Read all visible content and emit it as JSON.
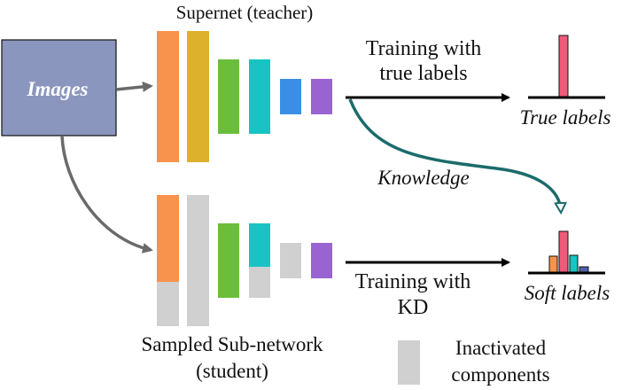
{
  "title_supernet": "Supernet (teacher)",
  "images_label": "Images",
  "training_true_line1": "Training with",
  "training_true_line2": "true labels",
  "true_labels": "True labels",
  "knowledge": "Knowledge",
  "training_kd_line1": "Training with",
  "training_kd_line2": "KD",
  "soft_labels": "Soft labels",
  "student_line1": "Sampled Sub-network",
  "student_line2": "(student)",
  "legend_line1": "Inactivated",
  "legend_line2": "components",
  "colors": {
    "images_box": "#8a96bd",
    "images_text": "#ffffff",
    "orange": "#f7934c",
    "yellow": "#ddb12c",
    "green": "#6bbe3c",
    "teal": "#19c3c3",
    "blue": "#3a8ee5",
    "purple": "#9a63d2",
    "inactive": "#d0d0d0",
    "pink": "#ee5a7a",
    "knowledge_arrow": "#1b6b6b",
    "gray_arrow": "#6a6a6a"
  }
}
